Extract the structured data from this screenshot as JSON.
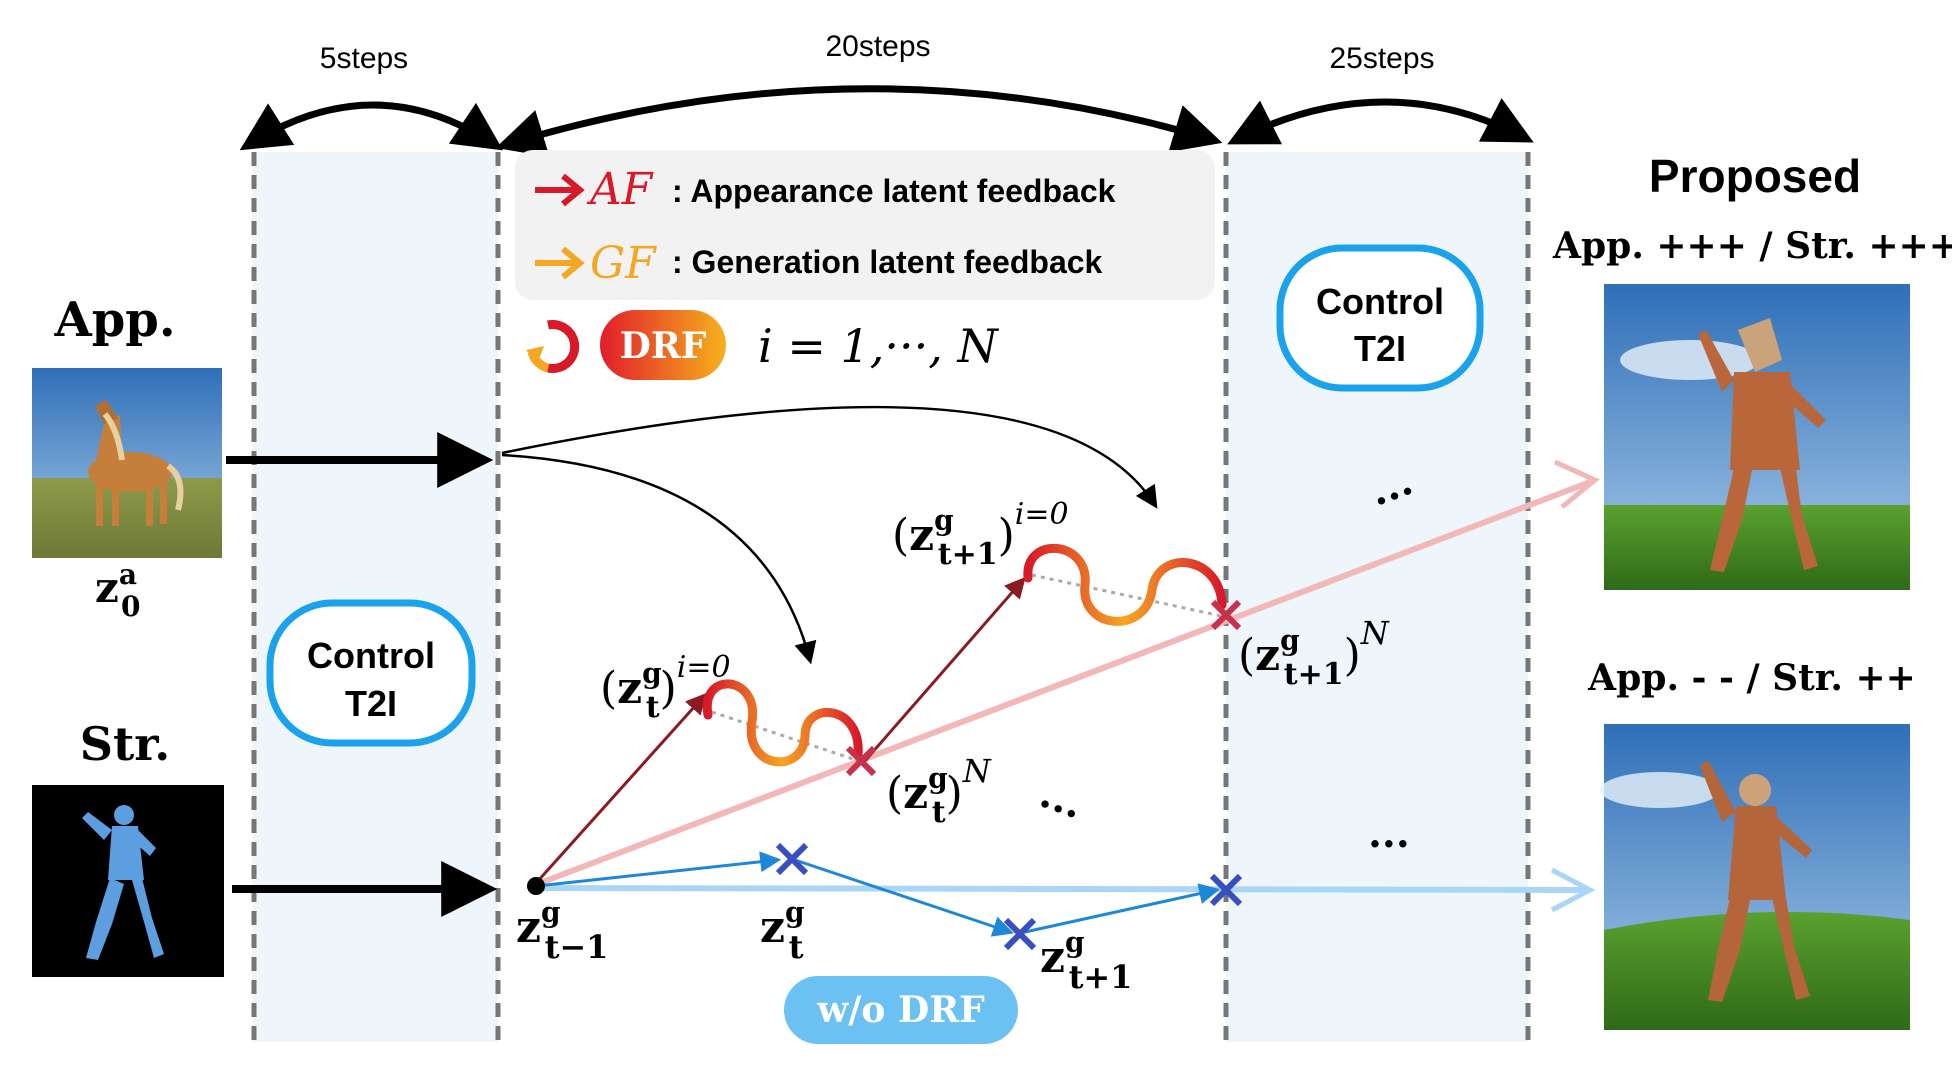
{
  "steps": {
    "first": "5steps",
    "second": "20steps",
    "third": "25steps"
  },
  "legend": {
    "af_symbol": "AF",
    "af_text": ": Appearance latent feedback",
    "gf_symbol": "GF",
    "gf_text": ": Generation latent feedback",
    "drf_badge": "DRF",
    "iter_text": "i = 1,···, N"
  },
  "control_block": {
    "line1": "Control",
    "line2": "T2I"
  },
  "inputs": {
    "app_label": "App.",
    "str_label": "Str.",
    "latent_a": "z",
    "latent_a_sup": "a",
    "latent_a_sub": "0"
  },
  "latents": {
    "z": "z",
    "g": "g",
    "sub_t": "t",
    "sub_tm1": "t−1",
    "sub_tp1": "t+1",
    "i0": "i=0",
    "N": "N",
    "ellipsis": "···"
  },
  "wo_drf": "w/o DRF",
  "outputs": {
    "title": "Proposed",
    "top_caption": "App. +++ / Str. +++",
    "bottom_caption": "App. - - / Str. ++"
  },
  "colors": {
    "af": "#d7192a",
    "gf": "#f5a623",
    "control_border": "#1aa3ec",
    "wo_drf_bg": "#6cc1f3",
    "blue_path": "#1e88d8",
    "red_path": "#8b1a22",
    "cross_blue": "#3a4fbf",
    "cross_red": "#c8304c",
    "band": "#eef5fb",
    "legend_bg": "#f2f2f2"
  }
}
